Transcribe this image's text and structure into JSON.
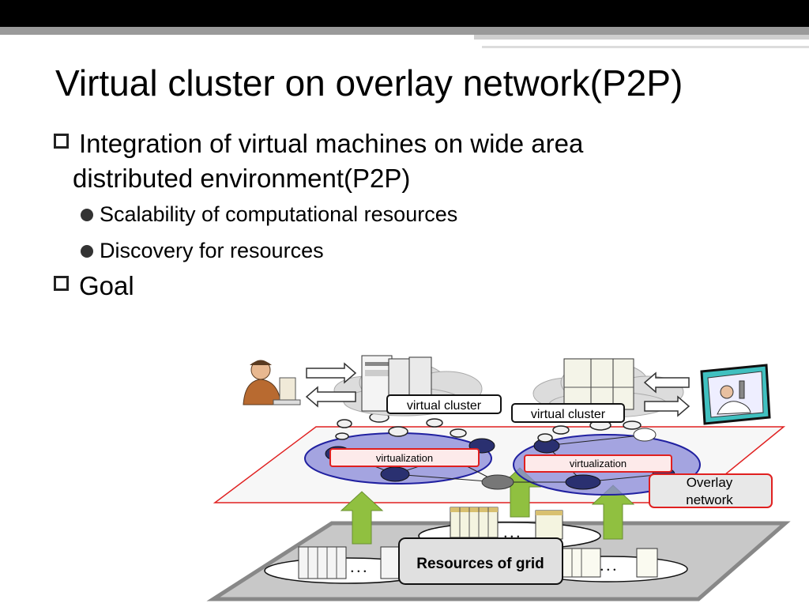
{
  "slide": {
    "title": "Virtual cluster on overlay network(P2P)",
    "bullets": [
      {
        "text": "Integration of virtual machines on  wide area",
        "text2": "distributed environment(P2P)"
      },
      {
        "text": "Scalability of computational resources"
      },
      {
        "text": "Discovery for resources"
      },
      {
        "text": "Goal"
      }
    ]
  },
  "diagram": {
    "cluster_label_left": "virtual cluster",
    "cluster_label_right": "virtual cluster",
    "virtualization_left": "virtualization",
    "virtualization_right": "virtualization",
    "overlay_label_1": "Overlay",
    "overlay_label_2": "network",
    "resources_label": "Resources of grid",
    "ellipsis": "．．．",
    "colors": {
      "overlay_border": "#e02020",
      "cluster_fill": "#8080d0",
      "arrow_green": "#90c040"
    }
  }
}
